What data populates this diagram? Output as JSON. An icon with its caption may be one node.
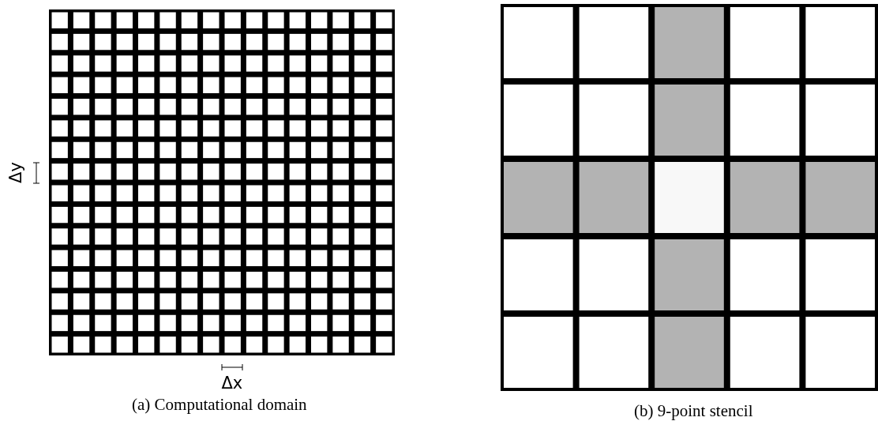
{
  "diagram": {
    "labels": [
      "Δy",
      "Δx",
      "(a) Computational domain",
      "(b) 9-point stencil"
    ]
  }
}
